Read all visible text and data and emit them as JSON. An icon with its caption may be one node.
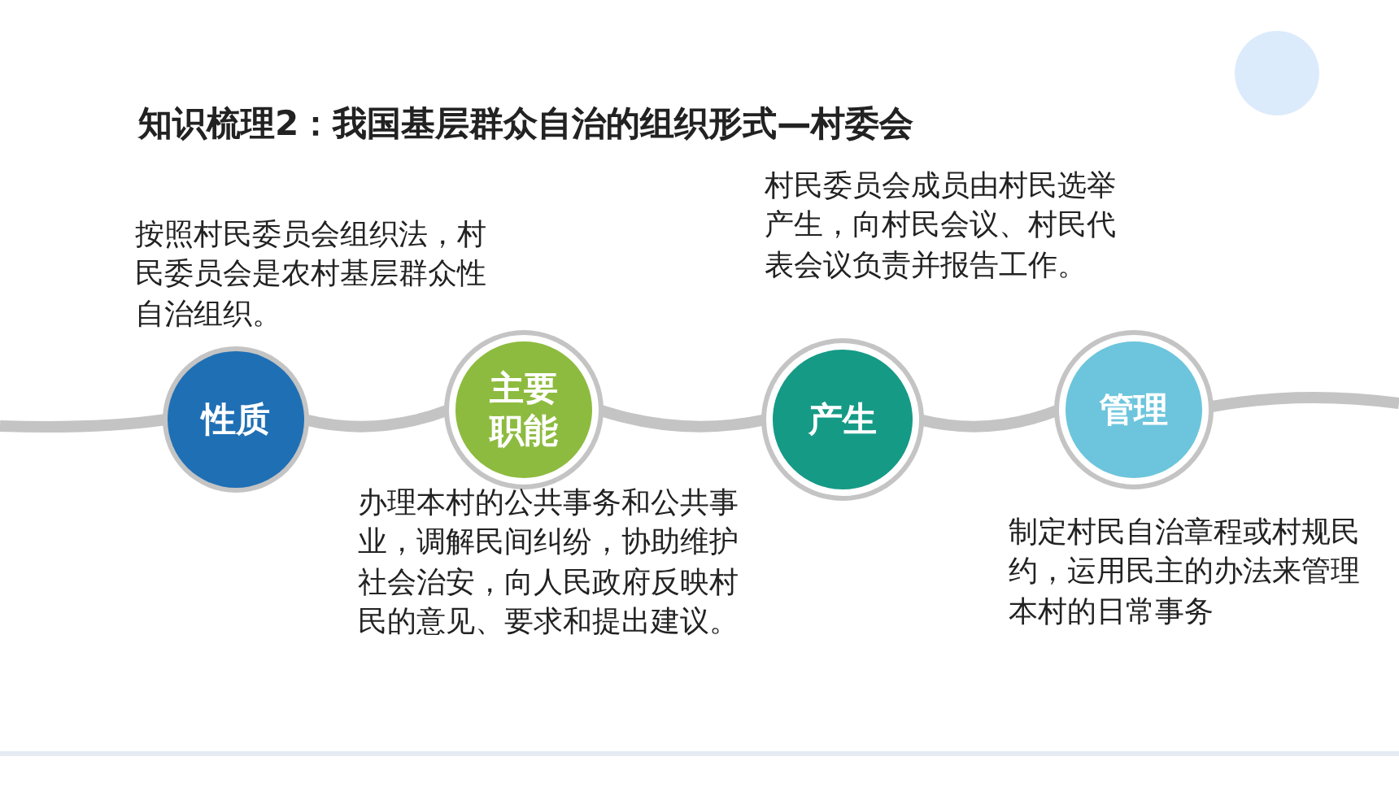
{
  "diagram": {
    "title": "知识梳理2：我国基层群众自治的组织形式—村委会",
    "nodes": [
      {
        "text": [
          "性质"
        ],
        "beside": [
          "按照村民委员会组织法，村民委员会是农村基层群众性自治组织。"
        ]
      },
      {
        "text": [
          "主要职能"
        ],
        "beside": [
          "办理本村的公共事务和公共事业，调解民间纠纷，协助维护社会治安，向人民政府反映村民的意见、要求和提出建议。"
        ]
      },
      {
        "text": [
          "产生"
        ],
        "beside": [
          "村民委员会成员由村民选举产生，向村民会议、村民代表会议负责并报告工作。"
        ]
      },
      {
        "text": [
          "管理"
        ],
        "beside": [
          "制定村民自治章程或村规民约，运用民主的办法来管理本村的日常事务"
        ]
      }
    ],
    "edges": [
      {
        "from": 0,
        "to": 1,
        "arrow": "none"
      },
      {
        "from": 1,
        "to": 2,
        "arrow": "none"
      },
      {
        "from": 2,
        "to": 3,
        "arrow": "none"
      }
    ]
  }
}
